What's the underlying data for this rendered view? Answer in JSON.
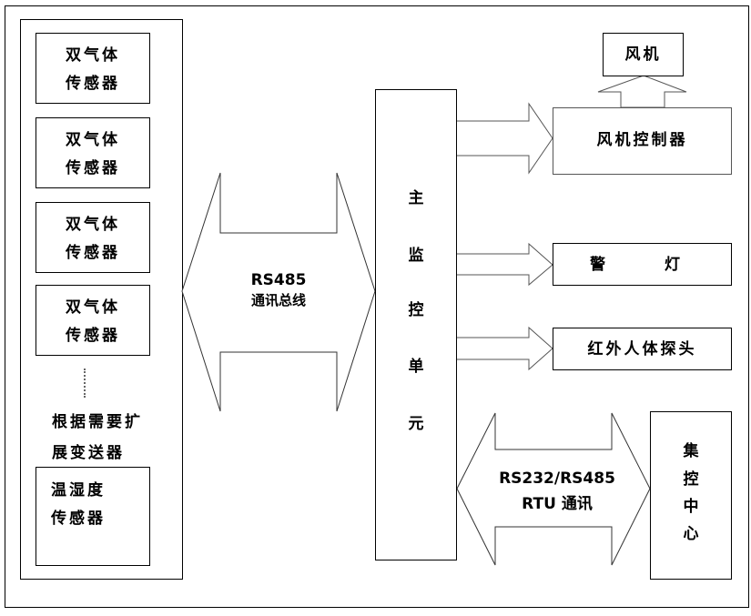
{
  "diagram": {
    "sensors": [
      {
        "line1": "双气体",
        "line2": "传感器"
      },
      {
        "line1": "双气体",
        "line2": "传感器"
      },
      {
        "line1": "双气体",
        "line2": "传感器"
      },
      {
        "line1": "双气体",
        "line2": "传感器"
      }
    ],
    "ellipsis": "⋮",
    "expand_note": {
      "line1": "根据需要扩",
      "line2": "展变送器"
    },
    "temp_sensor": {
      "line1": "温湿度",
      "line2": "传感器"
    },
    "bus_arrow": {
      "line1": "RS485",
      "line2": "通讯总线"
    },
    "main_unit": {
      "chars": [
        "主",
        "监",
        "控",
        "单",
        "元"
      ]
    },
    "fan": "风机",
    "fan_controller": "风机控制器",
    "warning_light": {
      "char1": "警",
      "char2": "灯"
    },
    "ir_probe": "红外人体探头",
    "rtu_arrow": {
      "line1": "RS232/RS485",
      "line2": "RTU 通讯"
    },
    "control_center": {
      "chars": [
        "集",
        "控",
        "中",
        "心"
      ]
    }
  }
}
